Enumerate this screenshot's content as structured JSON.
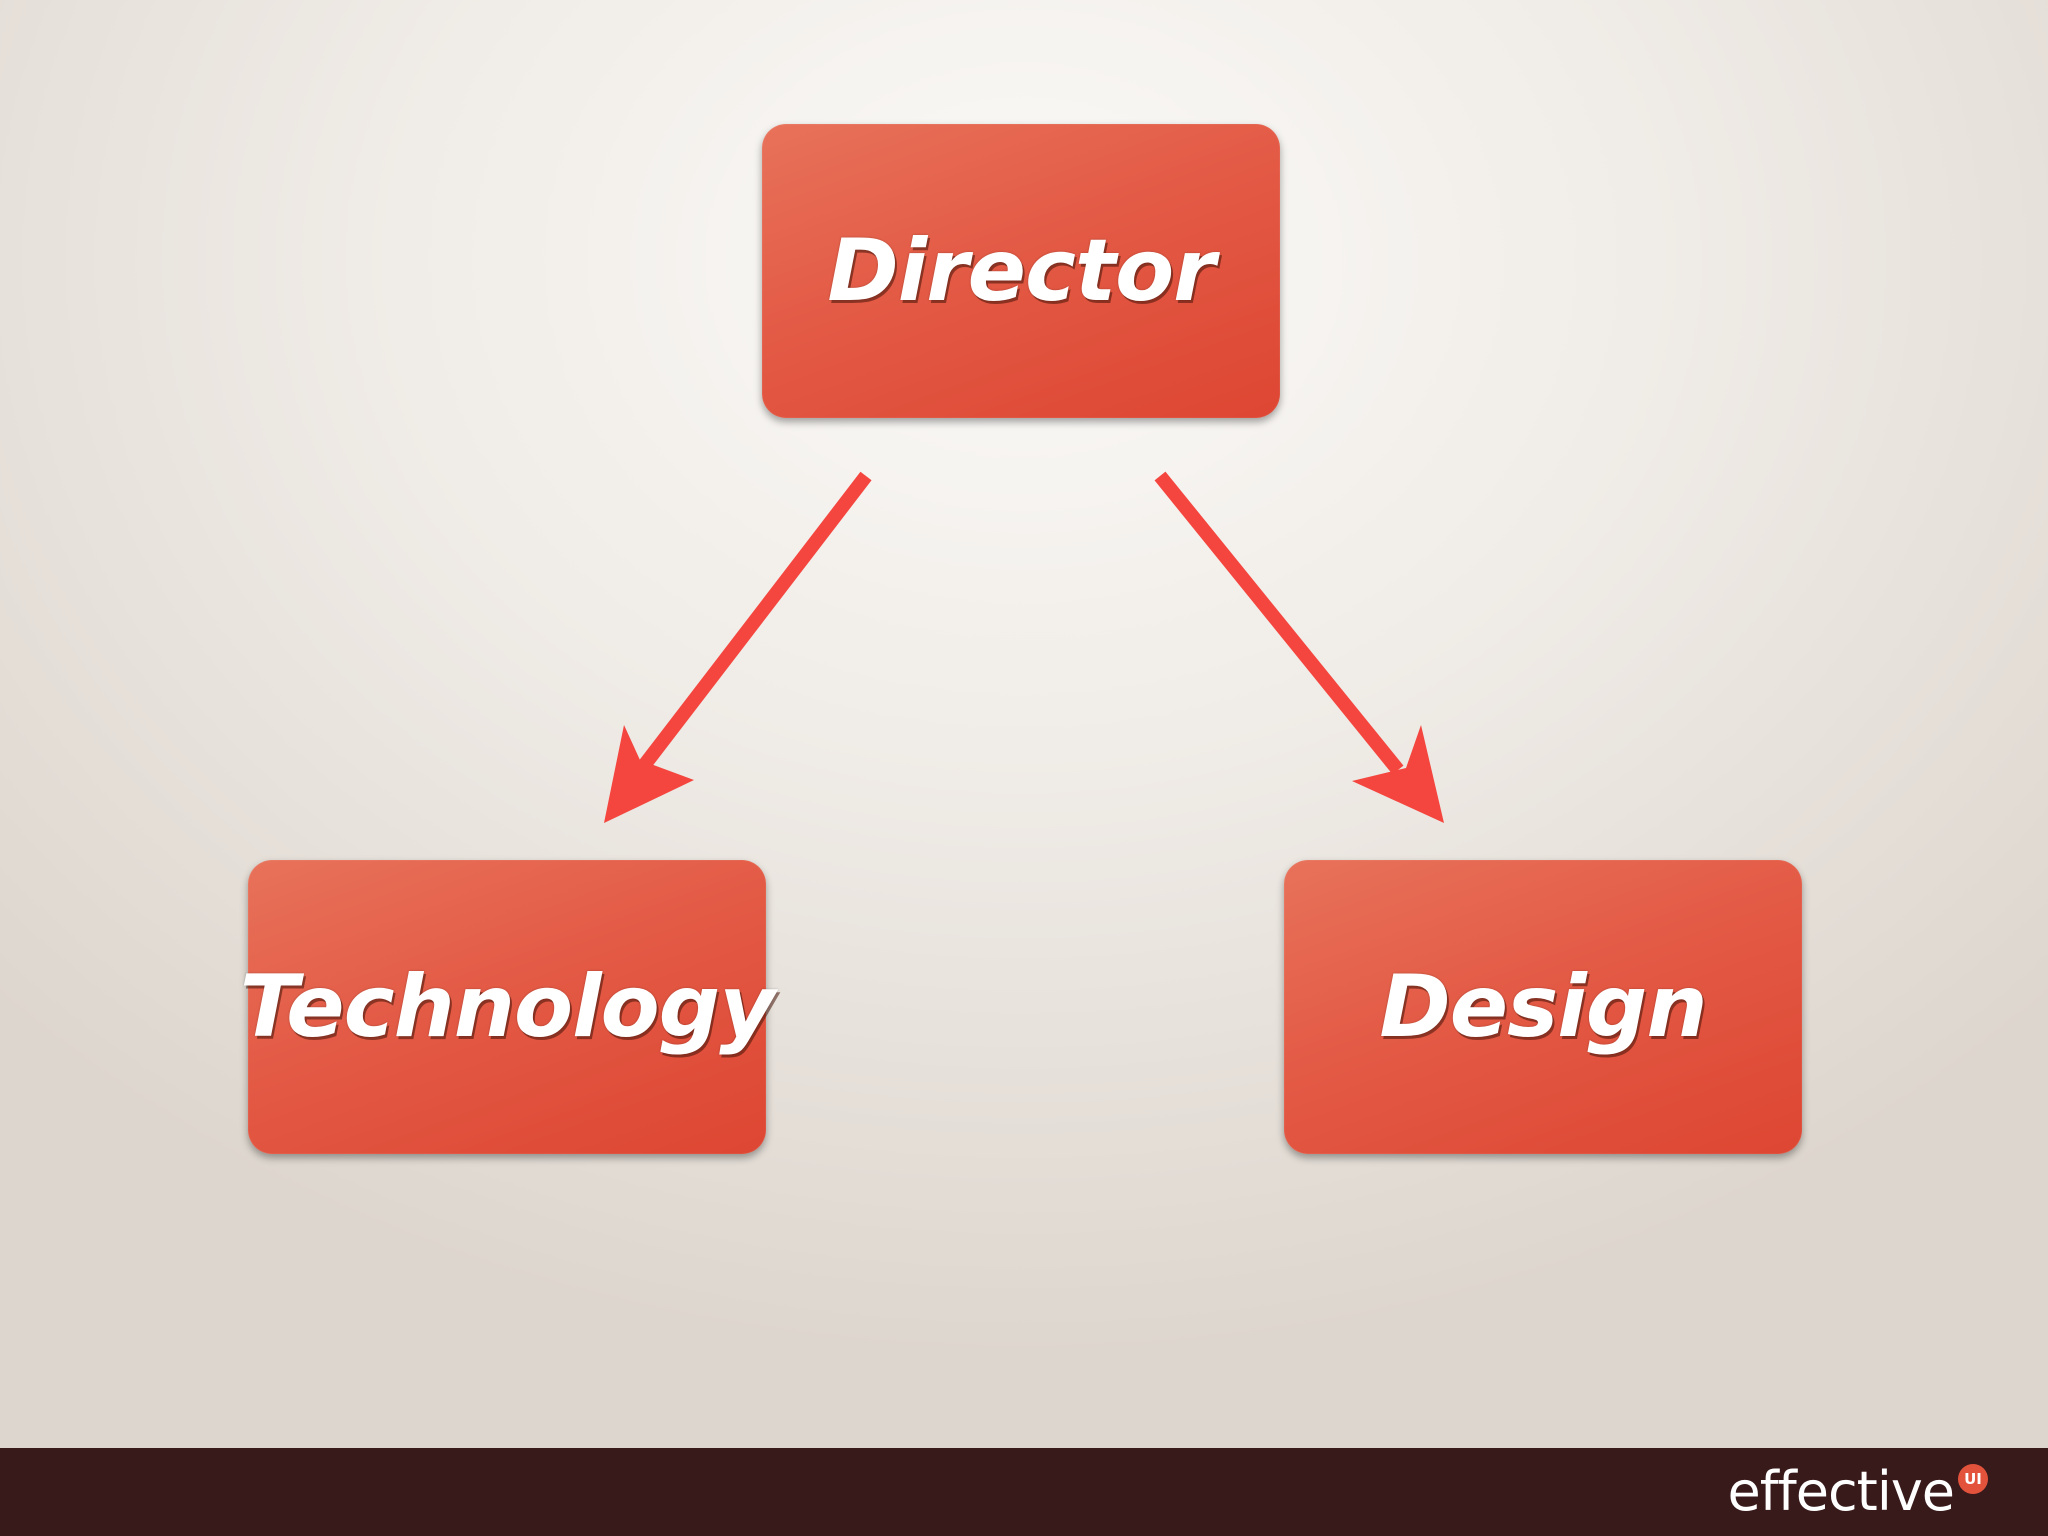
{
  "diagram": {
    "nodes": {
      "director": {
        "label": "Director"
      },
      "technology": {
        "label": "Technology"
      },
      "design": {
        "label": "Design"
      }
    },
    "edges": [
      {
        "from": "Director",
        "to": "Technology"
      },
      {
        "from": "Director",
        "to": "Design"
      }
    ]
  },
  "footer": {
    "logo_word": "effective",
    "logo_badge": "UI"
  },
  "colors": {
    "box": "#e35a45",
    "arrow": "#f4453e",
    "footer": "#381a1b",
    "logo_badge": "#e3533c"
  }
}
